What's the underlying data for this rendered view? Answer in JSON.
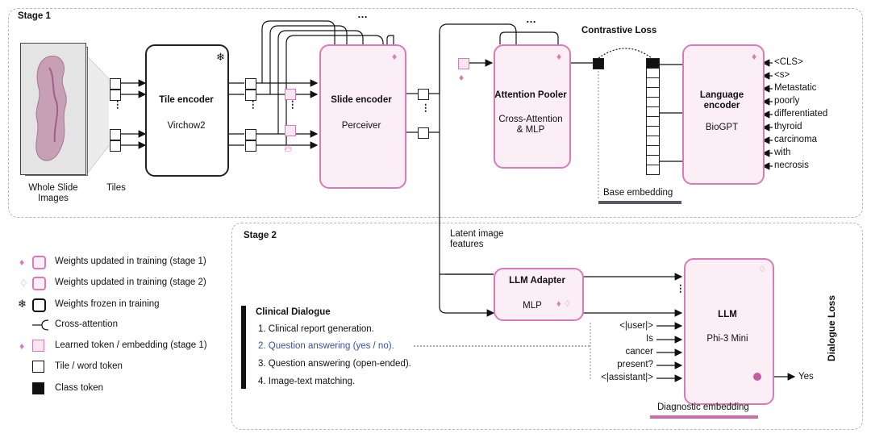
{
  "stage1": {
    "label": "Stage 1",
    "wsi_label": "Whole Slide\nImages",
    "tiles_label": "Tiles",
    "tile_encoder": {
      "title": "Tile encoder",
      "subtitle": "Virchow2"
    },
    "slide_encoder": {
      "title": "Slide encoder",
      "subtitle": "Perceiver"
    },
    "attention_pooler": {
      "title": "Attention Pooler",
      "subtitle": "Cross-Attention\n& MLP"
    },
    "contrastive_loss": "Contrastive Loss",
    "language_encoder": {
      "title": "Language\nencoder",
      "subtitle": "BioGPT"
    },
    "base_embedding": "Base embedding",
    "text_tokens": [
      "<CLS>",
      "<s>",
      "Metastatic",
      "poorly",
      "differentiated",
      "thyroid",
      "carcinoma",
      "with",
      "necrosis"
    ],
    "ellipsis": "..."
  },
  "stage2": {
    "label": "Stage 2",
    "latent_label": "Latent image\nfeatures",
    "llm_adapter": {
      "title": "LLM Adapter",
      "subtitle": "MLP"
    },
    "llm": {
      "title": "LLM",
      "subtitle": "Phi-3 Mini"
    },
    "dialogue_loss": "Dialogue Loss",
    "prompt_tokens": [
      "<|user|>",
      "Is",
      "cancer",
      "present?",
      "<|assistant|>"
    ],
    "output": "Yes",
    "diagnostic_embedding": "Diagnostic embedding",
    "clinical_dialogue": {
      "title": "Clinical Dialogue",
      "items": [
        "1.  Clinical report generation.",
        "2.  Question answering (yes / no).",
        "3.  Question answering (open-ended).",
        "4.  Image-text matching."
      ]
    }
  },
  "legend": [
    {
      "icon": "flame-pink-icon",
      "label": "Weights updated in training (stage 1)"
    },
    {
      "icon": "flame-outline-icon",
      "label": "Weights updated in training (stage 2)"
    },
    {
      "icon": "snowflake-icon",
      "label": "Weights frozen in training"
    },
    {
      "icon": "cross-attention-icon",
      "label": "Cross-attention"
    },
    {
      "icon": "learned-token-icon",
      "label": "Learned token / embedding (stage 1)"
    },
    {
      "icon": "tile-token-icon",
      "label": "Tile / word token"
    },
    {
      "icon": "class-token-icon",
      "label": "Class token"
    }
  ],
  "colors": {
    "pink": "#d97bb8",
    "pink_fill": "#fbeef5",
    "highlight_blue": "#3b4f9c",
    "frame": "#b9b9b9"
  }
}
